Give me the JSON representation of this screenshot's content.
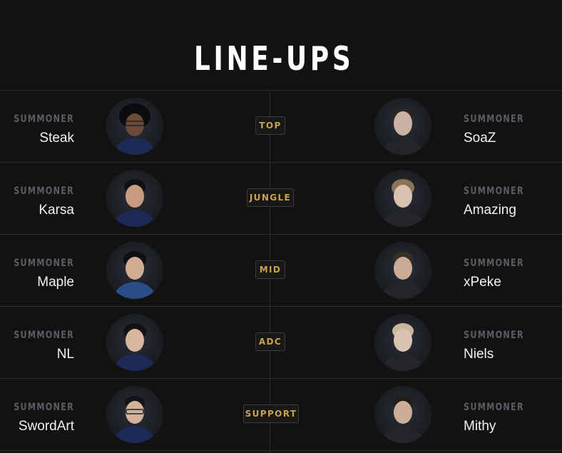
{
  "page": {
    "title": "LINE-UPS"
  },
  "summoner_caption": "SUMMONER",
  "colors": {
    "background": "#121212",
    "divider": "#2e2e2e",
    "caption": "#5a5d63",
    "role_badge_text": "#c9a24d"
  },
  "rows": [
    {
      "role": "TOP",
      "left_player": "Steak",
      "right_player": "SoaZ"
    },
    {
      "role": "JUNGLE",
      "left_player": "Karsa",
      "right_player": "Amazing"
    },
    {
      "role": "MID",
      "left_player": "Maple",
      "right_player": "xPeke"
    },
    {
      "role": "ADC",
      "left_player": "NL",
      "right_player": "Niels"
    },
    {
      "role": "SUPPORT",
      "left_player": "SwordArt",
      "right_player": "Mithy"
    }
  ]
}
